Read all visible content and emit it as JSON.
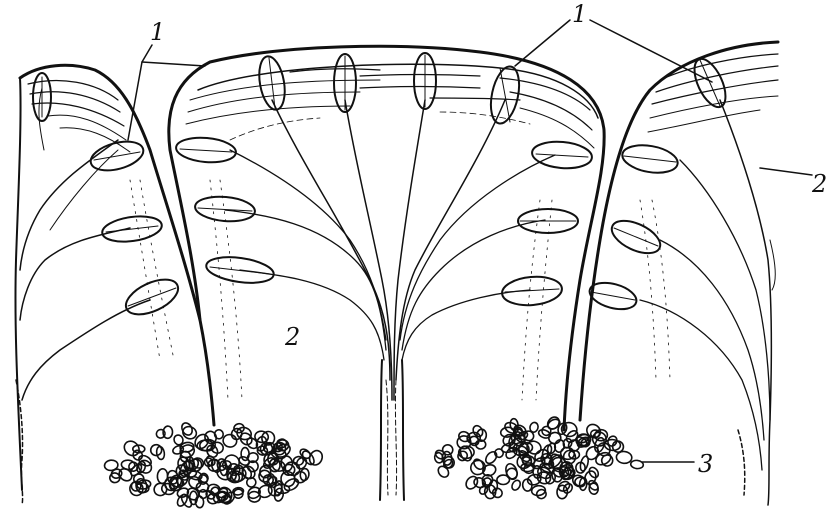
{
  "labels": {
    "label_1_left": "1",
    "label_1_right": "1",
    "label_2_right": "2",
    "label_2_center": "2",
    "label_3": "3"
  },
  "colors": {
    "ink": "#111111",
    "paper": "#ffffff"
  }
}
